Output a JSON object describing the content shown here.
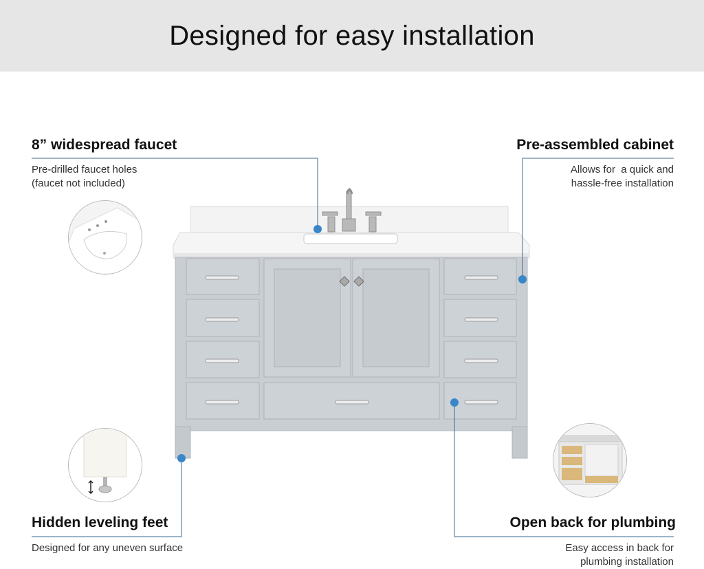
{
  "header": {
    "title": "Designed for easy installation"
  },
  "features": {
    "faucet": {
      "title": "8” widespread faucet",
      "desc": [
        "Pre-drilled faucet holes",
        "(faucet not included)"
      ]
    },
    "cabinet": {
      "title": "Pre-assembled cabinet",
      "desc": [
        "Allows for  a quick and",
        "hassle-free installation"
      ]
    },
    "feet": {
      "title": "Hidden leveling feet",
      "desc": [
        "Designed for any uneven surface"
      ]
    },
    "plumbing": {
      "title": "Open back for plumbing",
      "desc": [
        "Easy access in back for",
        "plumbing installation"
      ]
    }
  },
  "colors": {
    "accent_dot": "#3a86c8",
    "line": "#3d6a8e",
    "cabinet": "#c9ced3",
    "countertop": "#f2f2f2",
    "banner": "#e6e6e6"
  }
}
